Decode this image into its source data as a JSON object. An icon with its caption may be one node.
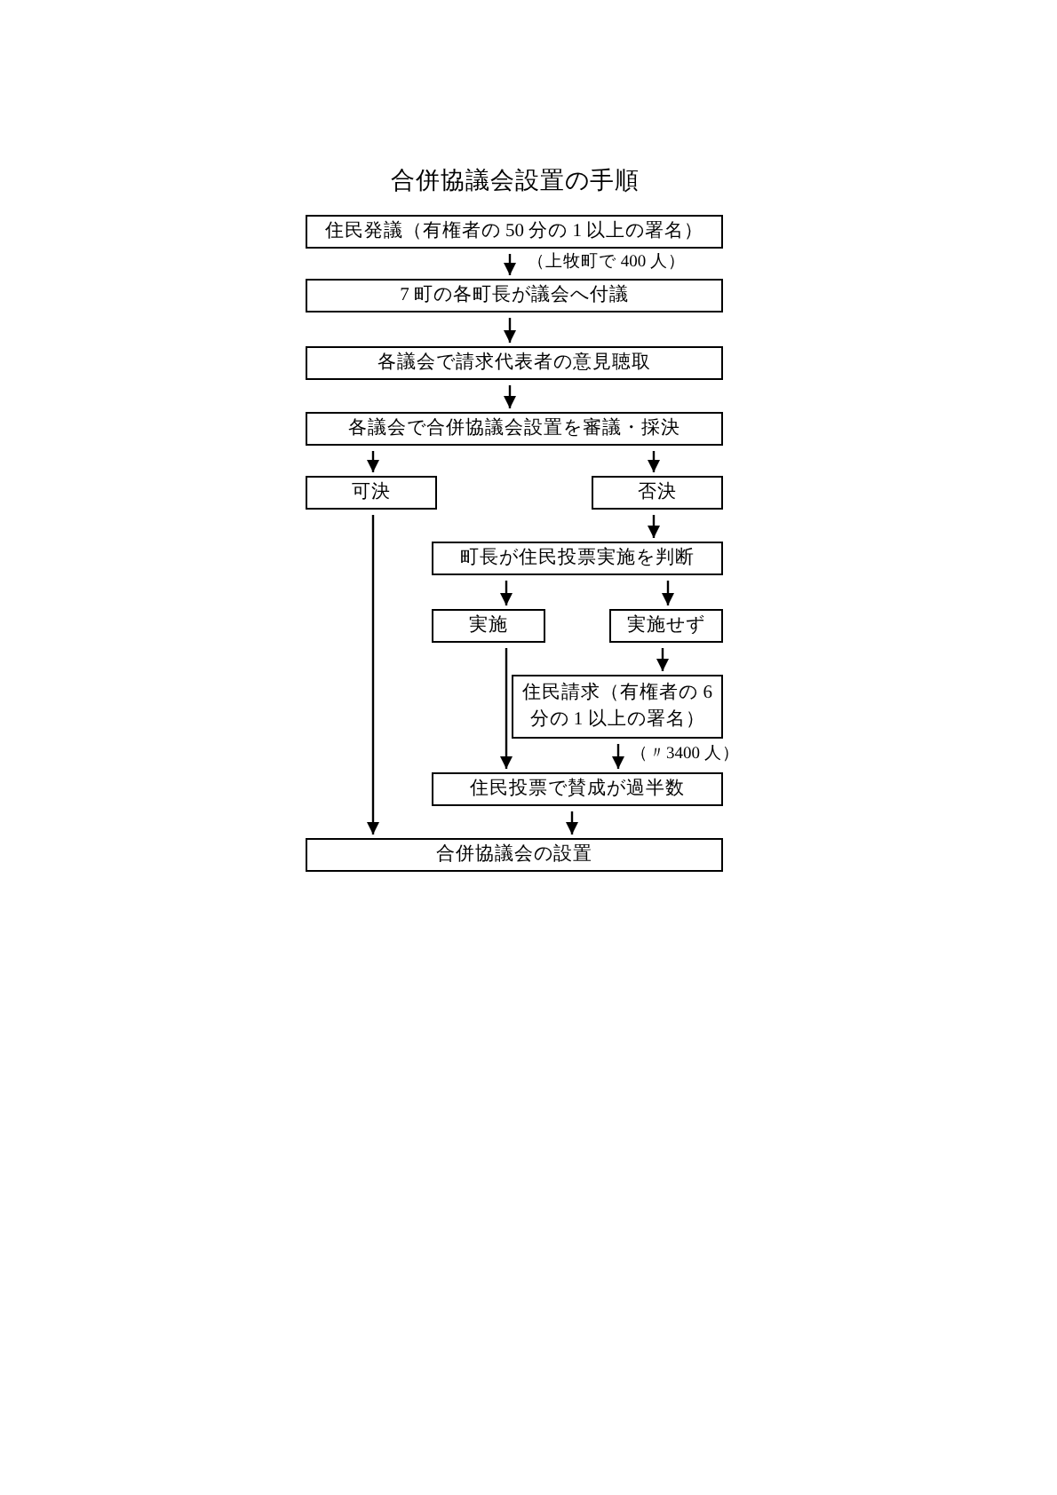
{
  "diagram": {
    "title": "合併協議会設置の手順",
    "nodes": [
      {
        "text": [
          "住民発議（有権者の 50 分の 1 以上の署名）"
        ]
      },
      {
        "text": [
          "7 町の各町長が議会へ付議"
        ]
      },
      {
        "text": [
          "各議会で請求代表者の意見聴取"
        ]
      },
      {
        "text": [
          "各議会で合併協議会設置を審議・採決"
        ]
      },
      {
        "text": [
          "可決"
        ]
      },
      {
        "text": [
          "否決"
        ]
      },
      {
        "text": [
          "町長が住民投票実施を判断"
        ]
      },
      {
        "text": [
          "実施"
        ]
      },
      {
        "text": [
          "実施せず"
        ]
      },
      {
        "text": [
          "住民請求（有権者の 6 分の 1 以上の署名）"
        ]
      },
      {
        "text": [
          "住民投票で賛成が過半数"
        ]
      },
      {
        "text": [
          "合併協議会の設置"
        ]
      }
    ],
    "edges": [
      {
        "from": 0,
        "to": 1,
        "arrow": "to",
        "label": "（上牧町で 400 人）"
      },
      {
        "from": 1,
        "to": 2,
        "arrow": "to"
      },
      {
        "from": 2,
        "to": 3,
        "arrow": "to"
      },
      {
        "from": 3,
        "to": 4,
        "arrow": "to"
      },
      {
        "from": 3,
        "to": 5,
        "arrow": "to"
      },
      {
        "from": 4,
        "to": 11,
        "arrow": "to"
      },
      {
        "from": 5,
        "to": 6,
        "arrow": "to"
      },
      {
        "from": 6,
        "to": 7,
        "arrow": "to"
      },
      {
        "from": 6,
        "to": 8,
        "arrow": "to"
      },
      {
        "from": 7,
        "to": 10,
        "arrow": "to"
      },
      {
        "from": 8,
        "to": 9,
        "arrow": "to"
      },
      {
        "from": 9,
        "to": 10,
        "arrow": "to",
        "label": "（〃3400 人）"
      },
      {
        "from": 10,
        "to": 11,
        "arrow": "to"
      }
    ]
  }
}
